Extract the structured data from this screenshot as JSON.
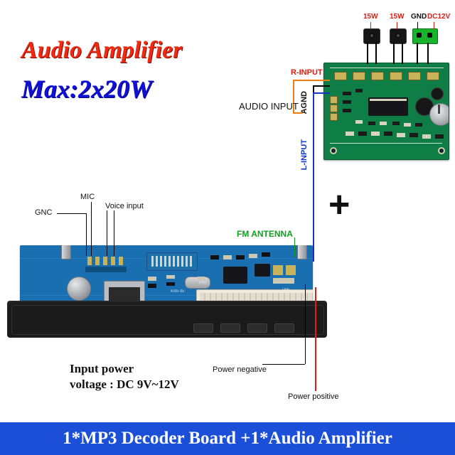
{
  "title": {
    "main": "Audio Amplifier",
    "power": "Max:2x20W"
  },
  "banner": {
    "text": "1*MP3 Decoder Board +1*Audio Amplifier"
  },
  "amplifier": {
    "terminals": [
      {
        "name": "15W",
        "type": "speaker-left"
      },
      {
        "name": "15W",
        "type": "speaker-right"
      },
      {
        "name": "GND",
        "type": "ground"
      },
      {
        "name": "DC12V",
        "type": "power"
      }
    ],
    "inputs": {
      "r_input": "R-INPUT",
      "agnd": "AGND",
      "l_input": "L-INPUT",
      "audio_input": "AUDIO INPUT"
    }
  },
  "decoder": {
    "labels": {
      "gnc": "GNC",
      "mic": "MIC",
      "voice_input": "Voice input",
      "fm_antenna": "FM ANTENNA",
      "power_negative": "Power negative",
      "power_positive": "Power positive"
    },
    "input_power_line1": "Input power",
    "input_power_line2": "voltage : DC 9V~12V"
  },
  "symbols": {
    "plus": "+"
  },
  "colors": {
    "title_red": "#f02a12",
    "title_blue": "#1010d8",
    "banner_blue": "#1c4fd8",
    "wire_red": "#e01b10",
    "wire_green": "#10a01f",
    "wire_blue": "#1436c8",
    "wire_orange": "#ef7d12",
    "amp_pcb_green": "#0f7d46",
    "mp3_pcb_blue": "#1a6fb0"
  }
}
